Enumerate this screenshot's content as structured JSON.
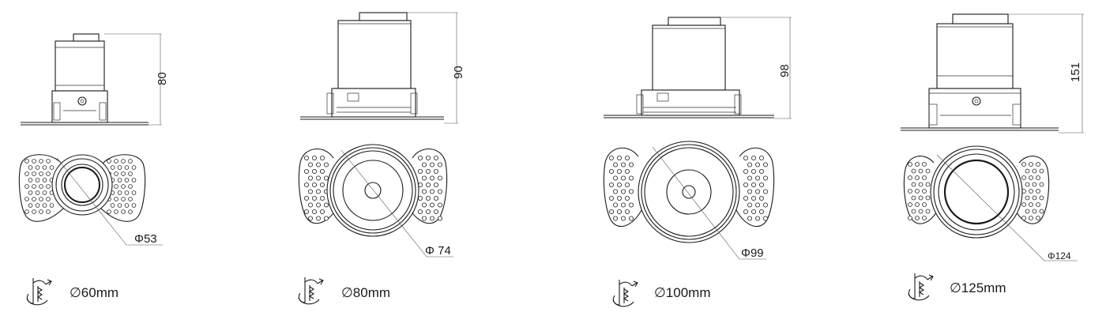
{
  "products": [
    {
      "height": "80",
      "diameter": "Φ53",
      "cutout": "∅60mm",
      "icon": "recessed-cutout-icon"
    },
    {
      "height": "90",
      "diameter": "Φ 74",
      "cutout": "∅80mm",
      "icon": "recessed-cutout-icon"
    },
    {
      "height": "98",
      "diameter": "Φ99",
      "cutout": "∅100mm",
      "icon": "recessed-cutout-icon"
    },
    {
      "height": "151",
      "diameter": "Φ124",
      "cutout": "∅125mm",
      "icon": "recessed-cutout-icon"
    }
  ]
}
